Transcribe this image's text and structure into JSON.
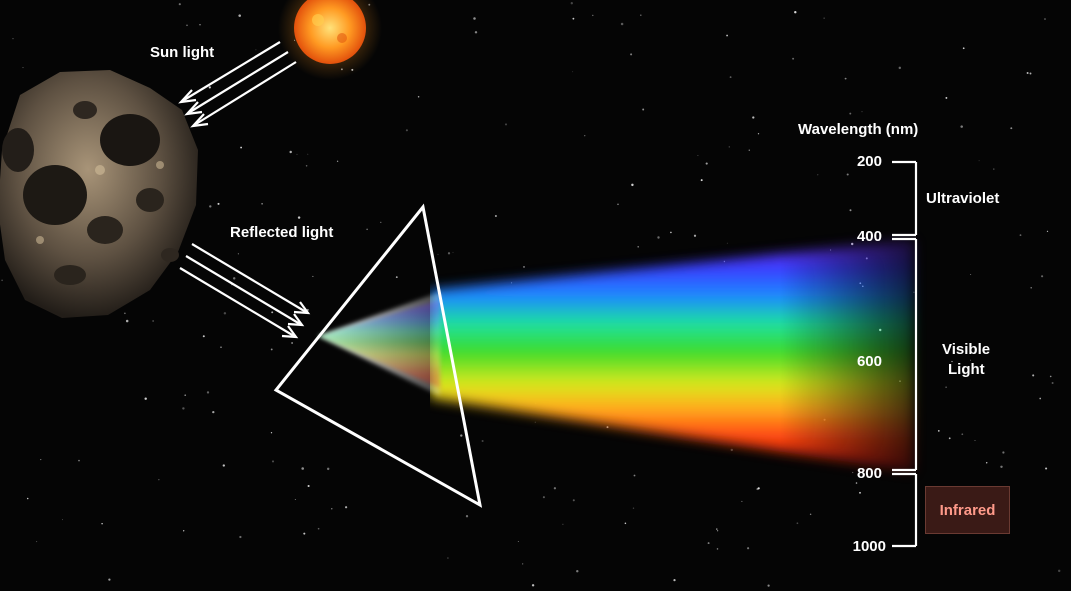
{
  "labels": {
    "sun_light": "Sun light",
    "reflected_light": "Reflected light",
    "wavelength_title": "Wavelength (nm)"
  },
  "scale": {
    "ticks": [
      "200",
      "400",
      "600",
      "800",
      "1000"
    ],
    "bands": {
      "ultraviolet": "Ultraviolet",
      "visible_line1": "Visible",
      "visible_line2": "Light",
      "infrared": "Infrared"
    }
  },
  "colors": {
    "background": "#050505",
    "sun": "#ff8a1a",
    "infrared_box": "#3a1a16",
    "infrared_text": "#ff9a8a",
    "spectrum": [
      "#7a2cff",
      "#3a3cff",
      "#1e88ff",
      "#1ee0a0",
      "#3adc2a",
      "#d8e81e",
      "#ffb01e",
      "#ff4a12",
      "#e01010"
    ]
  },
  "icons": [
    "sun-icon",
    "asteroid-icon",
    "prism-icon",
    "arrow-icon"
  ]
}
